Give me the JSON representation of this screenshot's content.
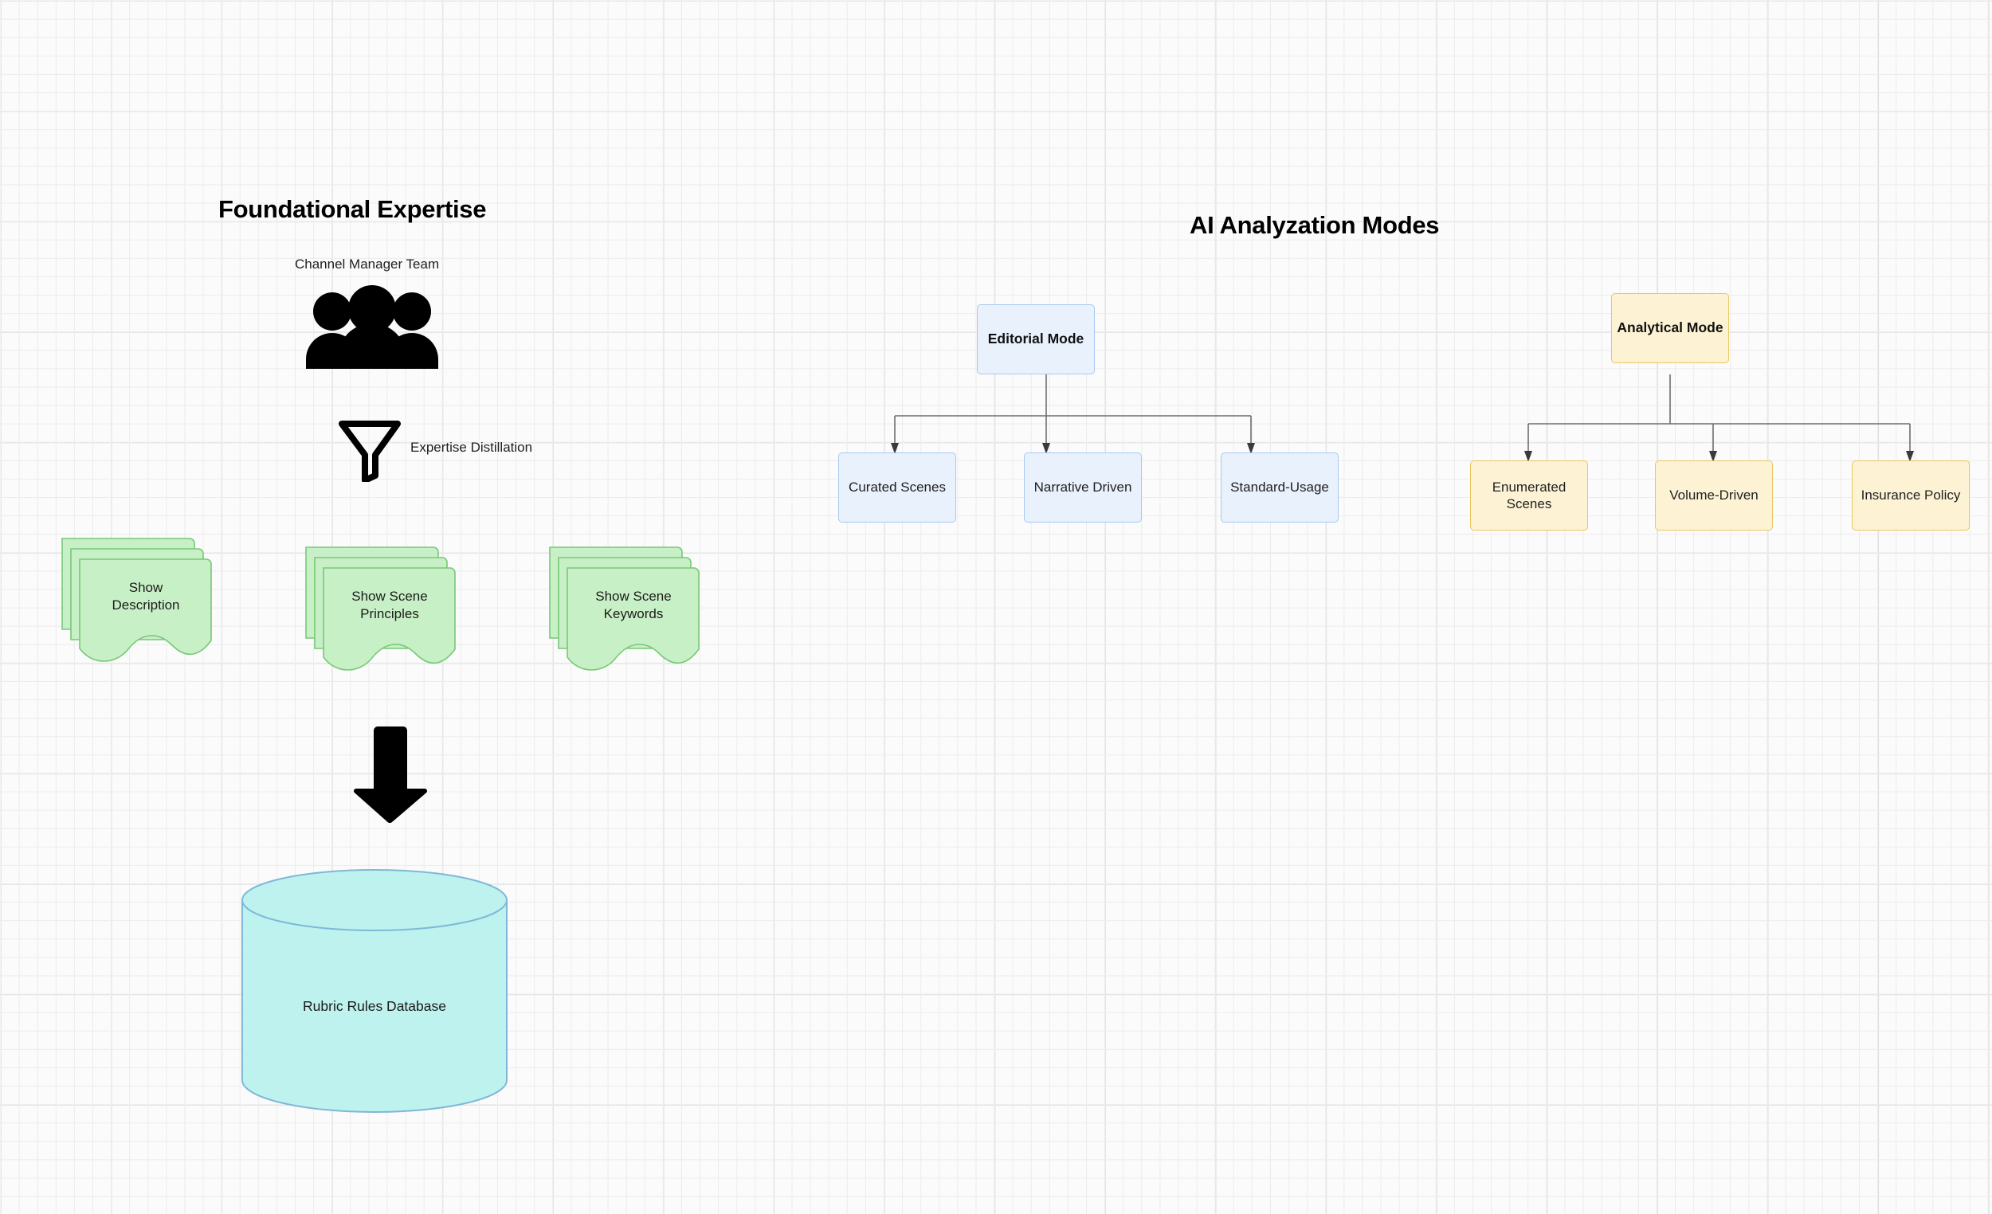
{
  "diagram": {
    "title_left": "Foundational Expertise",
    "title_right": "AI Analyzation Modes"
  },
  "foundational": {
    "team_label": "Channel Manager Team",
    "team_icon": "people-group-icon",
    "funnel_icon": "funnel-icon",
    "funnel_label": "Expertise Distillation",
    "flow_arrow_icon": "down-arrow-icon",
    "documents": [
      {
        "line1": "Show",
        "line2": "Description"
      },
      {
        "line1": "Show Scene",
        "line2": "Principles"
      },
      {
        "line1": "Show Scene",
        "line2": "Keywords"
      }
    ],
    "database": {
      "label": "Rubric Rules Database",
      "shape": "cylinder"
    }
  },
  "modes": [
    {
      "root": "Editorial Mode",
      "style": "blue",
      "children": [
        "Curated Scenes",
        "Narrative Driven",
        "Standard-Usage"
      ]
    },
    {
      "root": "Analytical Mode",
      "style": "yellow",
      "children": [
        "Enumerated\nScenes",
        "Volume-Driven",
        "Insurance Policy"
      ]
    }
  ],
  "modes_children_flat": {
    "editorial": [
      "Curated Scenes",
      "Narrative Driven",
      "Standard-Usage"
    ],
    "analytical_0_l1": "Enumerated",
    "analytical_0_l2": "Scenes",
    "analytical_1": "Volume-Driven",
    "analytical_2": "Insurance Policy"
  },
  "colors": {
    "canvas_bg": "#fbfbfb",
    "grid_minor": "#ececec",
    "grid_major": "#e0e0e0",
    "blue_fill": "#e9f1fd",
    "blue_border": "#a9c9f2",
    "yellow_fill": "#fdf3d4",
    "yellow_border": "#e9c75f",
    "green_fill": "#c8f0c6",
    "green_border": "#79c878",
    "cylinder_fill": "#bdf2ee",
    "cylinder_border": "#7fb8d8",
    "connector": "#6e6e6e",
    "icon_black": "#000000",
    "text": "#1f1f1f"
  }
}
